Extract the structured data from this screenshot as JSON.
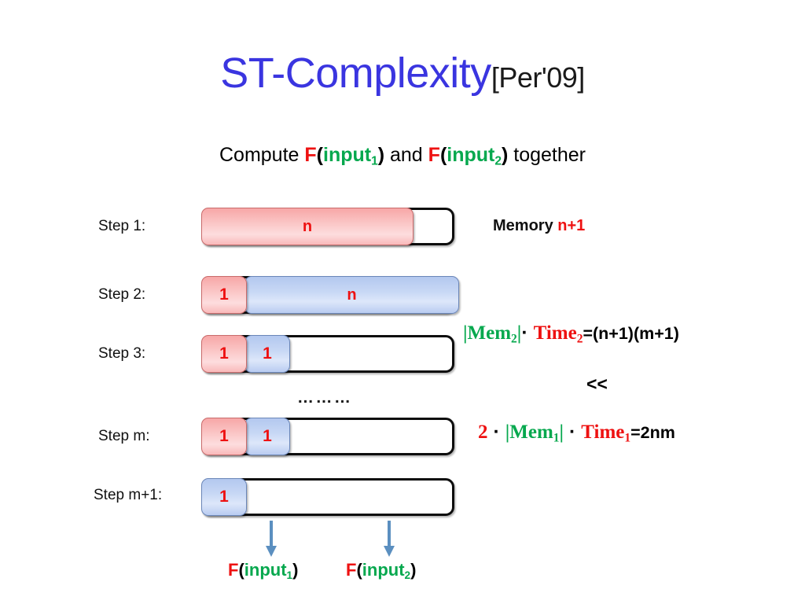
{
  "title": {
    "main": "ST-Complexity",
    "citation": "[Per'09]"
  },
  "subtitle": {
    "prefix": "Compute ",
    "f1_f": "F",
    "f1_open": "(",
    "f1_name": "input",
    "f1_sub": "1",
    "f1_close": ")",
    "middle": " and ",
    "f2_f": "F",
    "f2_open": "(",
    "f2_name": "input",
    "f2_sub": "2",
    "f2_close": ")",
    "suffix": " together"
  },
  "steps": [
    {
      "label": "Step 1:",
      "cells": [
        {
          "kind": "pink",
          "text": "n"
        }
      ]
    },
    {
      "label": "Step 2:",
      "cells": [
        {
          "kind": "pink",
          "text": "1"
        },
        {
          "kind": "blue",
          "text": "n"
        }
      ]
    },
    {
      "label": "Step 3:",
      "cells": [
        {
          "kind": "pink",
          "text": "1"
        },
        {
          "kind": "blue",
          "text": "1"
        }
      ]
    },
    {
      "label": "Step m:",
      "cells": [
        {
          "kind": "pink",
          "text": "1"
        },
        {
          "kind": "blue",
          "text": "1"
        }
      ]
    },
    {
      "label": "Step m+1:",
      "cells": [
        {
          "kind": "blue",
          "text": "1"
        }
      ]
    }
  ],
  "ellipsis": "………",
  "memory": {
    "label": "Memory",
    "value": "n+1"
  },
  "formulas": {
    "upper": {
      "mem_open": "|",
      "mem_name": "Mem",
      "mem_sub": "2",
      "mem_close": "|",
      "dot1": "·",
      "time_name": "Time",
      "time_sub": "2",
      "result": "=(n+1)(m+1)"
    },
    "comparator": "<<",
    "lower": {
      "coef": "2",
      "dot0": "·",
      "mem_open": "|",
      "mem_name": "Mem",
      "mem_sub": "1",
      "mem_close": "|",
      "dot1": "·",
      "time_name": "Time",
      "time_sub": "1",
      "result": "=2nm"
    }
  },
  "outputs": [
    {
      "f": "F",
      "open": "(",
      "name": "input",
      "sub": "1",
      "close": ")"
    },
    {
      "f": "F",
      "open": "(",
      "name": "input",
      "sub": "2",
      "close": ")"
    }
  ],
  "colors": {
    "title_blue": "#3a35e0",
    "red": "#ee1111",
    "green": "#06a84e",
    "black": "#000000",
    "arrow_blue": "#5b8fc0",
    "pink_fill": "#fbc9c9",
    "blue_fill": "#c8d8f5"
  }
}
